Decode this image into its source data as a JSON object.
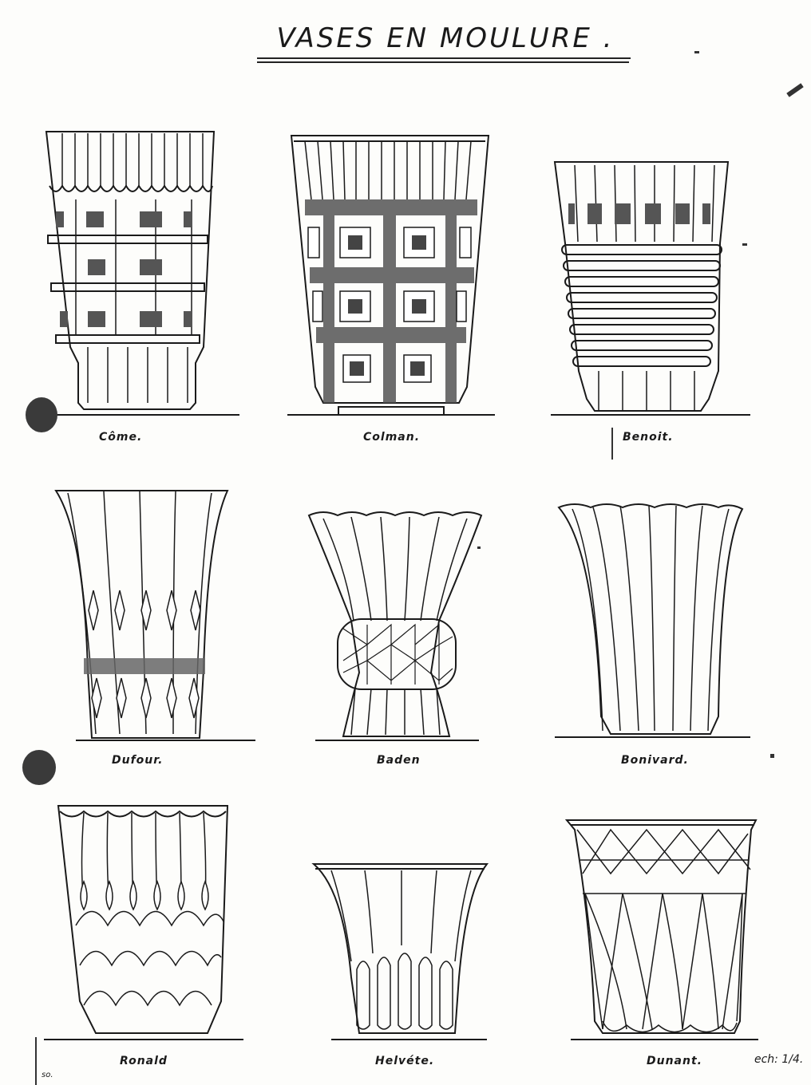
{
  "page": {
    "title": "VASES EN MOULURE ."
  },
  "vases": [
    {
      "name": "Côme."
    },
    {
      "name": "Colman."
    },
    {
      "name": "Benoit."
    },
    {
      "name": "Dufour."
    },
    {
      "name": "Baden"
    },
    {
      "name": "Bonivard."
    },
    {
      "name": "Ronald"
    },
    {
      "name": "Helvéte."
    },
    {
      "name": "Dunant."
    }
  ],
  "scale_note": "ech: 1/4.",
  "margin_mark": "so."
}
